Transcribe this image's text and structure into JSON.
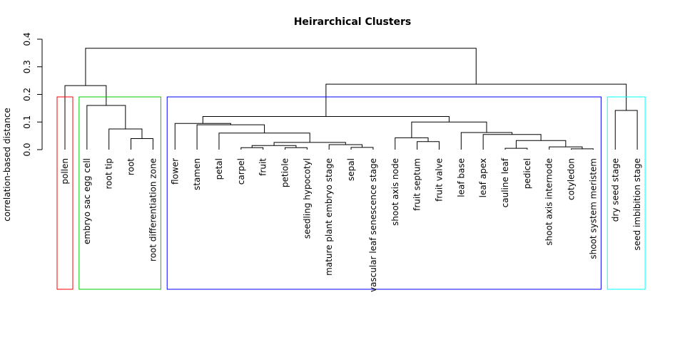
{
  "chart_data": {
    "type": "dendrogram",
    "title": "Heirarchical Clusters",
    "xlabel": "",
    "ylabel": "correlation-based distance",
    "ylim": [
      0,
      0.4
    ],
    "yticks": [
      0.0,
      0.1,
      0.2,
      0.3,
      0.4
    ],
    "ytick_labels": [
      "0.0",
      "0.1",
      "0.2",
      "0.3",
      "0.4"
    ],
    "leaves": [
      "pollen",
      "embryo sac egg cell",
      "root tip",
      "root",
      "root differentiation zone",
      "flower",
      "stamen",
      "petal",
      "carpel",
      "fruit",
      "petiole",
      "seedling hypocotyl",
      "mature plant embryo stage",
      "sepal",
      "vascular leaf senescence stage",
      "shoot axis node",
      "fruit septum",
      "fruit valve",
      "leaf base",
      "leaf apex",
      "cauline leaf",
      "pedicel",
      "shoot axis internode",
      "cotyledon",
      "shoot system meristem",
      "dry seed stage",
      "seed imbibition stage"
    ],
    "merges": [
      {
        "a": "L:root",
        "b": "L:root differentiation zone",
        "height": 0.04
      },
      {
        "a": "L:root tip",
        "b": "M:0",
        "height": 0.075
      },
      {
        "a": "L:embryo sac egg cell",
        "b": "M:1",
        "height": 0.16
      },
      {
        "a": "L:pollen",
        "b": "M:2",
        "height": 0.232
      },
      {
        "a": "L:carpel",
        "b": "L:fruit",
        "height": 0.007
      },
      {
        "a": "L:petiole",
        "b": "L:seedling hypocotyl",
        "height": 0.007
      },
      {
        "a": "M:4",
        "b": "M:5",
        "height": 0.015
      },
      {
        "a": "L:sepal",
        "b": "L:vascular leaf senescence stage",
        "height": 0.008
      },
      {
        "a": "L:mature plant embryo stage",
        "b": "M:7",
        "height": 0.018
      },
      {
        "a": "M:6",
        "b": "M:8",
        "height": 0.026
      },
      {
        "a": "L:petal",
        "b": "M:9",
        "height": 0.06
      },
      {
        "a": "L:stamen",
        "b": "M:10",
        "height": 0.09
      },
      {
        "a": "L:flower",
        "b": "M:11",
        "height": 0.095
      },
      {
        "a": "L:fruit septum",
        "b": "L:fruit valve",
        "height": 0.029
      },
      {
        "a": "L:shoot axis node",
        "b": "M:13",
        "height": 0.043
      },
      {
        "a": "L:cauline leaf",
        "b": "L:pedicel",
        "height": 0.005
      },
      {
        "a": "L:cotyledon",
        "b": "L:shoot system meristem",
        "height": 0.003
      },
      {
        "a": "L:shoot axis internode",
        "b": "M:16",
        "height": 0.01
      },
      {
        "a": "M:15",
        "b": "M:17",
        "height": 0.033
      },
      {
        "a": "L:leaf apex",
        "b": "M:18",
        "height": 0.055
      },
      {
        "a": "L:leaf base",
        "b": "M:19",
        "height": 0.062
      },
      {
        "a": "M:14",
        "b": "M:20",
        "height": 0.1
      },
      {
        "a": "M:12",
        "b": "M:21",
        "height": 0.12
      },
      {
        "a": "L:dry seed stage",
        "b": "L:seed imbibition stage",
        "height": 0.142
      },
      {
        "a": "M:22",
        "b": "M:23",
        "height": 0.237
      },
      {
        "a": "M:3",
        "b": "M:24",
        "height": 0.367
      }
    ],
    "clusters": [
      {
        "color": "#ff0000",
        "leaves": [
          "pollen"
        ]
      },
      {
        "color": "#00cd00",
        "leaves": [
          "embryo sac egg cell",
          "root tip",
          "root",
          "root differentiation zone"
        ]
      },
      {
        "color": "#0000ff",
        "leaves": [
          "flower",
          "stamen",
          "petal",
          "carpel",
          "fruit",
          "petiole",
          "seedling hypocotyl",
          "mature plant embryo stage",
          "sepal",
          "vascular leaf senescence stage",
          "shoot axis node",
          "fruit septum",
          "fruit valve",
          "leaf base",
          "leaf apex",
          "cauline leaf",
          "pedicel",
          "shoot axis internode",
          "cotyledon",
          "shoot system meristem"
        ]
      },
      {
        "color": "#00ffff",
        "leaves": [
          "dry seed stage",
          "seed imbibition stage"
        ]
      }
    ],
    "line_color": "#000000"
  }
}
